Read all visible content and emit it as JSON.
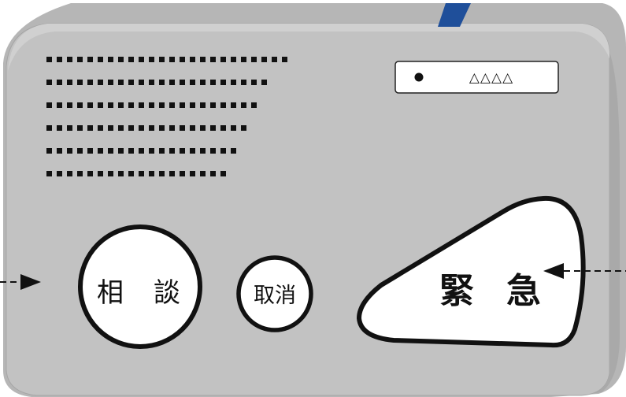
{
  "device": {
    "display": {
      "dot": "•",
      "text": "△△△△"
    },
    "speaker_rows": 6
  },
  "buttons": {
    "consult": {
      "label_char1": "相",
      "label_char2": "談"
    },
    "cancel": {
      "label": "取消"
    },
    "emergency": {
      "label_char1": "緊",
      "label_char2": "急"
    }
  },
  "colors": {
    "body": "#c2c2c2",
    "body_edge": "#9a9a9a",
    "body_shadow": "#a9a9a9",
    "button_fill": "#ffffff",
    "outline": "#111111",
    "antenna_tab": "#1f4f9a",
    "speaker_dots": "#111111"
  }
}
